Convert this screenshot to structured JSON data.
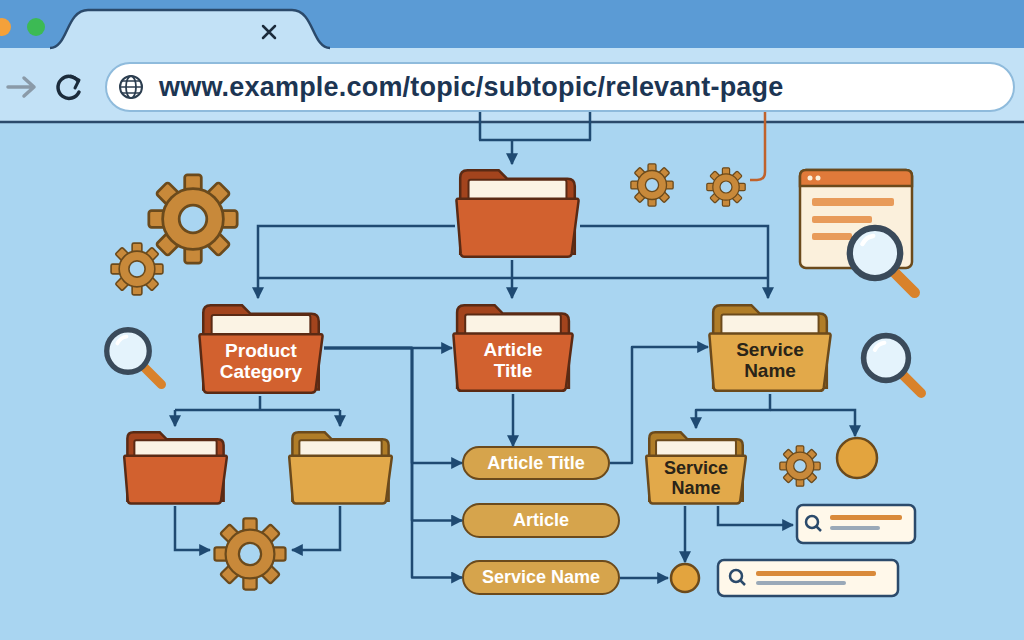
{
  "diagram": {
    "nodes": [
      {
        "text": [
          "www.example.com/topic/subtopic/relevant-page"
        ]
      },
      {
        "text": [
          "Product Category"
        ]
      },
      {
        "text": [
          "Article Title"
        ]
      },
      {
        "text": [
          "Service Name"
        ]
      },
      {
        "text": [
          "Article Title"
        ]
      },
      {
        "text": [
          "Service Name"
        ]
      },
      {
        "text": [
          "Article"
        ]
      },
      {
        "text": [
          "Service Name"
        ]
      }
    ],
    "edges": [
      {
        "from": 1,
        "to": 2,
        "arrow": "to"
      },
      {
        "from": 2,
        "to": 4,
        "arrow": "to"
      },
      {
        "from": 1,
        "to": 4,
        "arrow": "to"
      },
      {
        "from": 1,
        "to": 6,
        "arrow": "to"
      },
      {
        "from": 1,
        "to": 7,
        "arrow": "to"
      },
      {
        "from": 4,
        "to": 3,
        "arrow": "to"
      },
      {
        "from": 3,
        "to": 5,
        "arrow": "to"
      }
    ]
  }
}
